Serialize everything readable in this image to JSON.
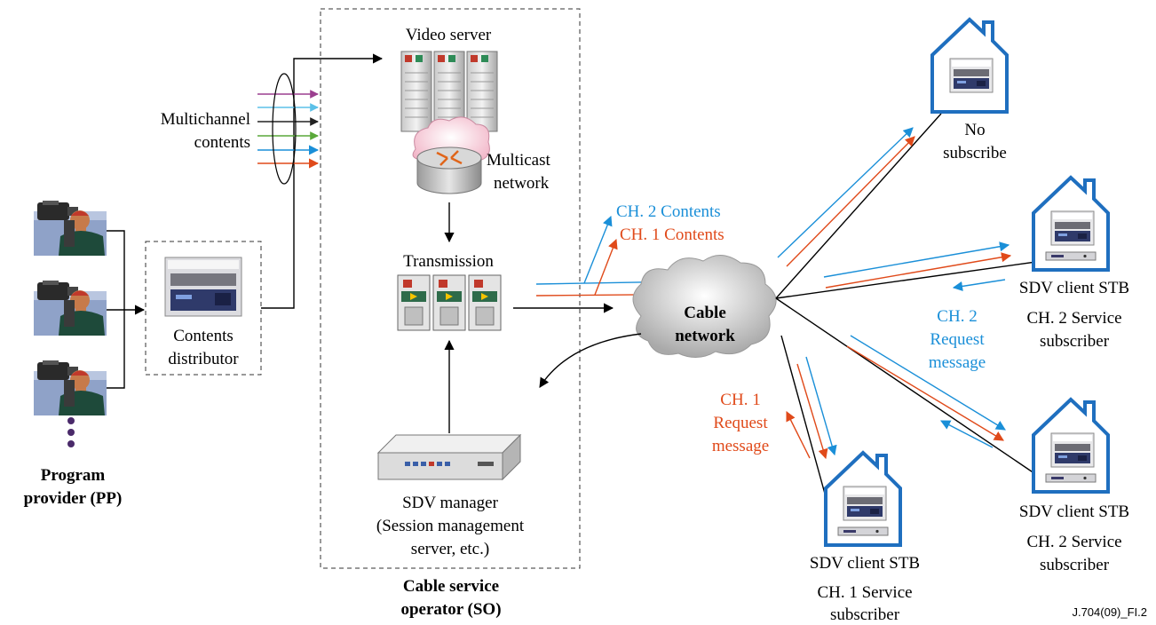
{
  "labels": {
    "video_server": "Video server",
    "multicast_1": "Multicast",
    "multicast_2": "network",
    "multichannel_1": "Multichannel",
    "multichannel_2": "contents",
    "transmission": "Transmission",
    "contents_dist_1": "Contents",
    "contents_dist_2": "distributor",
    "program_provider_1": "Program",
    "program_provider_2": "provider (PP)",
    "sdv_manager_1": "SDV manager",
    "sdv_manager_2": "(Session management",
    "sdv_manager_3": "server, etc.)",
    "cable_operator_1": "Cable service",
    "cable_operator_2": "operator (SO)",
    "cable_network_1": "Cable",
    "cable_network_2": "network",
    "ch2_contents": "CH. 2 Contents",
    "ch1_contents": "CH. 1 Contents",
    "no_subscribe_1": "No",
    "no_subscribe_2": "subscribe",
    "stb_top": "SDV client STB",
    "ch2_service_top_1": "CH. 2 Service",
    "ch2_service_top_2": "subscriber",
    "ch2_request_1": "CH. 2",
    "ch2_request_2": "Request",
    "ch2_request_3": "message",
    "ch1_request_1": "CH. 1",
    "ch1_request_2": "Request",
    "ch1_request_3": "message",
    "stb_bottom_center": "SDV client STB",
    "ch1_service_1": "CH. 1 Service",
    "ch1_service_2": "subscriber",
    "stb_bottom_right": "SDV client STB",
    "ch2_service_bottom_1": "CH. 2 Service",
    "ch2_service_bottom_2": "subscriber",
    "figure_id": "J.704(09)_FI.2"
  },
  "colors": {
    "blue": "#1a8fd8",
    "red": "#e04a1a",
    "house": "#1f6fbf",
    "channel_arrows": [
      "#9b3f8f",
      "#5bc0e8",
      "#222222",
      "#5aa83a",
      "#1a8fd8",
      "#e04a1a"
    ]
  },
  "icons": {
    "camera_operator": "camera-operator-icon",
    "contents_distributor": "distributor-device-icon",
    "video_server": "server-rack-icon",
    "multicast_router": "router-icon",
    "transmission": "transmission-rack-icon",
    "sdv_manager": "manager-box-icon",
    "cable_network": "cloud-icon",
    "subscriber_home": "house-icon",
    "stb": "set-top-box-icon"
  }
}
